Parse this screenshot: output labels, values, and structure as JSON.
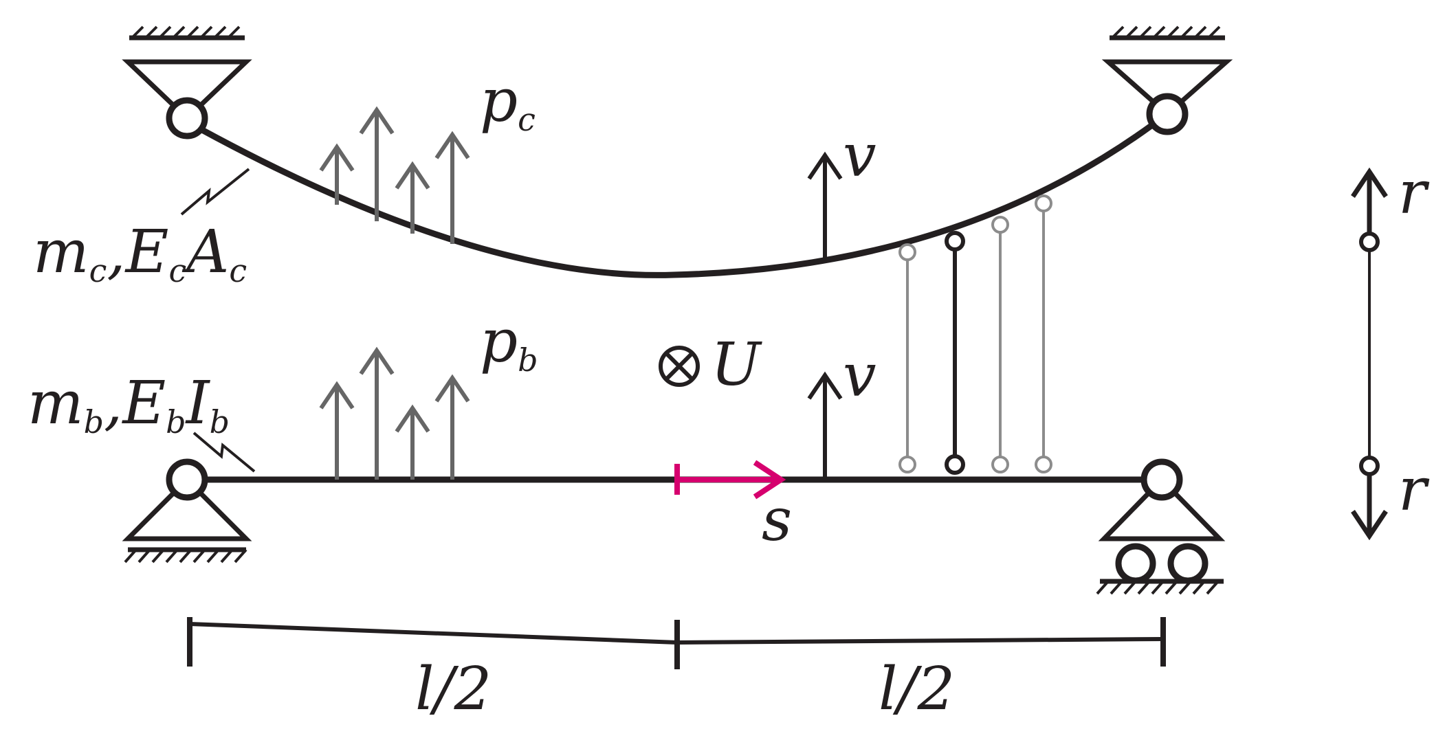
{
  "colors": {
    "ink": "#231f20",
    "load_arrow": "#666666",
    "hanger_light": "#8c8c8c",
    "accent": "#d6006e"
  },
  "labels": {
    "cable_load": {
      "base": "p",
      "sub": "c"
    },
    "beam_load": {
      "base": "p",
      "sub": "b"
    },
    "cable_disp": "v",
    "beam_disp": "v",
    "cable_props": [
      {
        "base": "m",
        "sub": "c"
      },
      {
        "base": ",E",
        "sub": "c"
      },
      {
        "base": "A",
        "sub": "c"
      }
    ],
    "beam_props": [
      {
        "base": "m",
        "sub": "b"
      },
      {
        "base": ",E",
        "sub": "b"
      },
      {
        "base": "I",
        "sub": "b"
      }
    ],
    "wind_speed": "U",
    "coordinate": "s",
    "hanger_force_top": "r",
    "hanger_force_bottom": "r",
    "half_span_left": "l/2",
    "half_span_right": "l/2"
  }
}
